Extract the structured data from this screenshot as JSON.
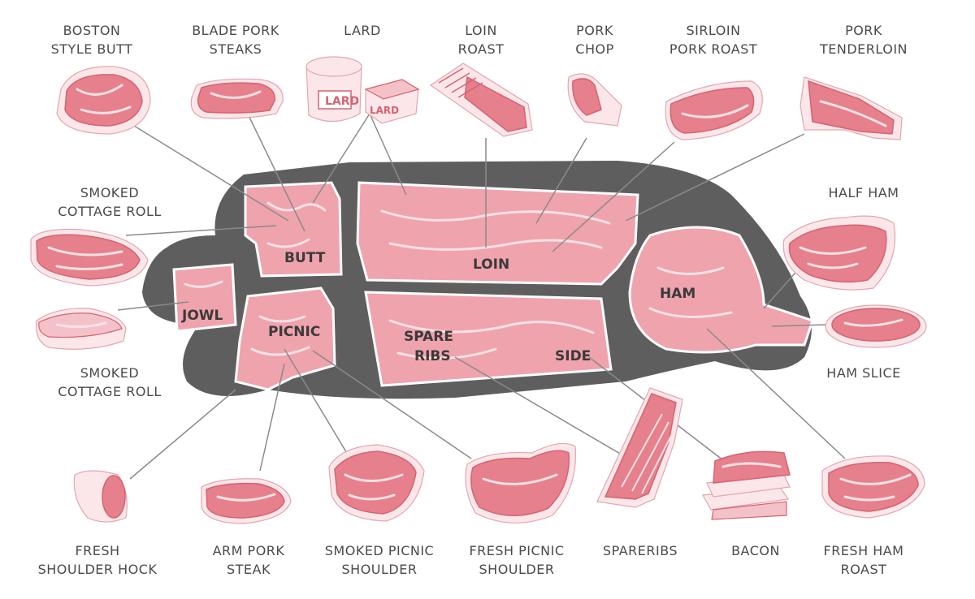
{
  "primal_cuts": {
    "butt": "BUTT",
    "loin": "LOIN",
    "jowl": "JOWL",
    "picnic": "PICNIC",
    "spare_ribs_1": "SPARE",
    "spare_ribs_2": "RIBS",
    "side": "SIDE",
    "ham": "HAM"
  },
  "products": {
    "boston_butt": [
      "BOSTON",
      "STYLE BUTT"
    ],
    "blade_steaks": [
      "BLADE PORK",
      "STEAKS"
    ],
    "lard": [
      "LARD"
    ],
    "lard_tub_text": "LARD",
    "lard_block_text": "LARD",
    "loin_roast": [
      "LOIN",
      "ROAST"
    ],
    "pork_chop": [
      "PORK",
      "CHOP"
    ],
    "sirloin_roast": [
      "SIRLOIN",
      "PORK ROAST"
    ],
    "tenderloin": [
      "PORK",
      "TENDERLOIN"
    ],
    "cottage_roll_top": [
      "SMOKED",
      "COTTAGE ROLL"
    ],
    "cottage_roll_bottom": [
      "SMOKED",
      "COTTAGE ROLL"
    ],
    "half_ham": [
      "HALF HAM"
    ],
    "ham_slice": [
      "HAM SLICE"
    ],
    "shoulder_hock": [
      "FRESH",
      "SHOULDER HOCK"
    ],
    "arm_steak": [
      "ARM PORK",
      "STEAK"
    ],
    "smoked_picnic": [
      "SMOKED PICNIC",
      "SHOULDER"
    ],
    "fresh_picnic": [
      "FRESH PICNIC",
      "SHOULDER"
    ],
    "spareribs": [
      "SPARERIBS"
    ],
    "bacon": [
      "BACON"
    ],
    "fresh_ham_roast": [
      "FRESH HAM",
      "ROAST"
    ]
  },
  "colors": {
    "silhouette": "#5e5e5e",
    "meat": "#e6808c",
    "fat": "#fbe7ea",
    "leader_line": "#8a8a8a",
    "label_text": "#4a4a4a"
  }
}
